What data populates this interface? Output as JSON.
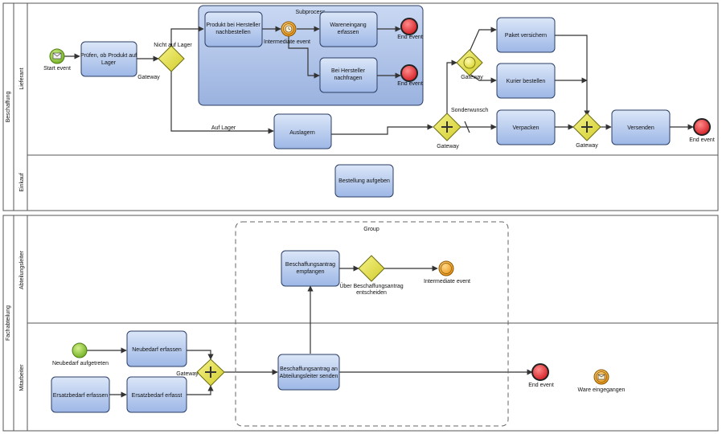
{
  "pools": [
    {
      "name": "Beschaffung",
      "lanes": [
        "Lieferant",
        "Einkauf"
      ]
    },
    {
      "name": "Fachabteilung",
      "lanes": [
        "Abteilungsleiter",
        "Mitarbeiter"
      ]
    }
  ],
  "tasks": {
    "pruefen": [
      "Prüfen, ob Produkt auf",
      "Lager"
    ],
    "produkt_nachbestellen": [
      "Produkt bei Hersteller",
      "nachbestellen"
    ],
    "wareneingang": [
      "Wareneingang",
      "erfassen"
    ],
    "bei_hersteller": [
      "Bei Hersteller",
      "nachfragen"
    ],
    "paket": "Paket versichern",
    "kurier": "Kurier bestellen",
    "auslagern": "Auslagern",
    "verpacken": "Verpacken",
    "versenden": "Versenden",
    "bestellung": "Bestellung aufgeben",
    "antrag_empfangen": [
      "Beschaffungsantrag",
      "empfangen"
    ],
    "neubedarf_erfassen": "Neubedarf erfassen",
    "ersatzbedarf_erfassen": "Ersatzbedarf erfassen",
    "ersatzbedarf_erfasst": "Ersatzbedarf erfasst",
    "antrag_senden": [
      "Beschaffungsantrag an",
      "Abteilungsleiter senden"
    ]
  },
  "labels": {
    "subprocess": "Subprocess",
    "start_event": "Start event",
    "nicht_auf_lager": "Nicht auf Lager",
    "gateway": "Gateway",
    "intermediate_event": "Intermediate event",
    "end_event": "End event",
    "auf_lager": "Auf Lager",
    "sonderwunsch": "Sonderwunsch",
    "group": "Group",
    "entscheiden": [
      "Über Beschaffungsantrag",
      "entscheiden"
    ],
    "neubedarf_aufgetreten": "Neubedarf aufgetreten",
    "ware_eingegangen": "Ware eingegangen"
  },
  "colors": {
    "task_fill_top": "#dbe6f8",
    "task_fill_bottom": "#9db7e6",
    "subprocess_top": "#c9d8f3",
    "subprocess_bottom": "#9ab2df",
    "gateway_top": "#f6f38a",
    "gateway_bottom": "#d1cc2b",
    "start_event": "#8fc93a",
    "end_event": "#e3232a",
    "intermediate_event": "#f2a21c"
  }
}
